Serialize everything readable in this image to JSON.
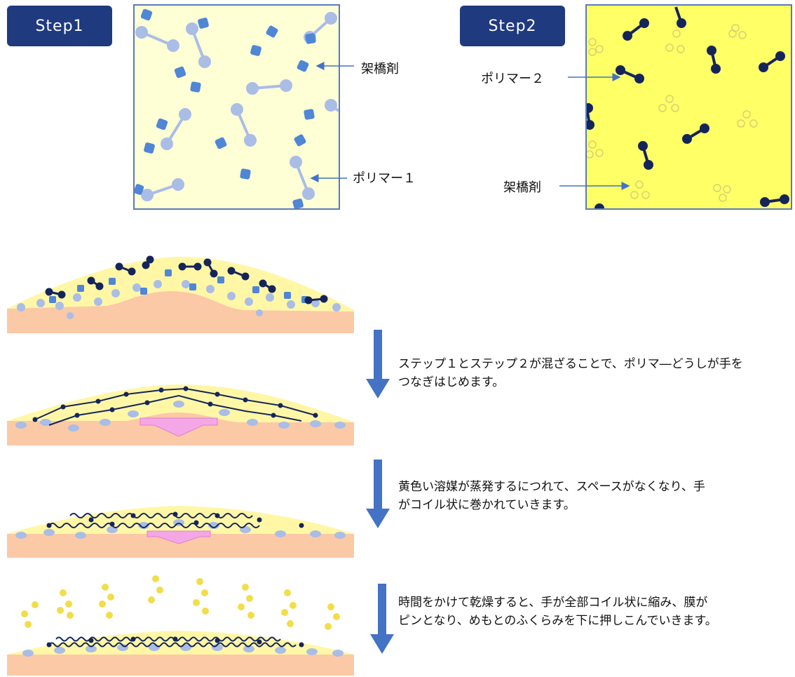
{
  "step1": {
    "badge": "Step1",
    "label_crosslinker": "架橋剤",
    "label_polymer": "ポリマー１"
  },
  "step2": {
    "badge": "Step2",
    "label_polymer": "ポリマー２",
    "label_crosslinker": "架橋剤"
  },
  "captions": [
    {
      "line1": "ステップ１とステップ２が混ざることで、ポリマ―どうしが手を",
      "line2": "つなぎはじめます。"
    },
    {
      "line1": "黄色い溶媒が蒸発するにつれて、スペースがなくなり、手",
      "line2": "がコイル状に巻かれていきます。"
    },
    {
      "line1": "時間をかけて乾燥すると、手が全部コイル状に縮み、膜が",
      "line2": "ピンとなり、めもとのふくらみを下に押しこんでいきます。"
    }
  ],
  "colors": {
    "badge": "#1f3a7f",
    "step1_bg": "#ffffd6",
    "step2_bg": "#ffff66",
    "skin": "#fbc9a6",
    "film": "#fff7a6",
    "polymer1": "#a9bde6",
    "crosslinker1": "#4f86d6",
    "polymer2": "#15255a",
    "arrow": "#4472c4",
    "push_arrow": "#f4a7e6"
  }
}
